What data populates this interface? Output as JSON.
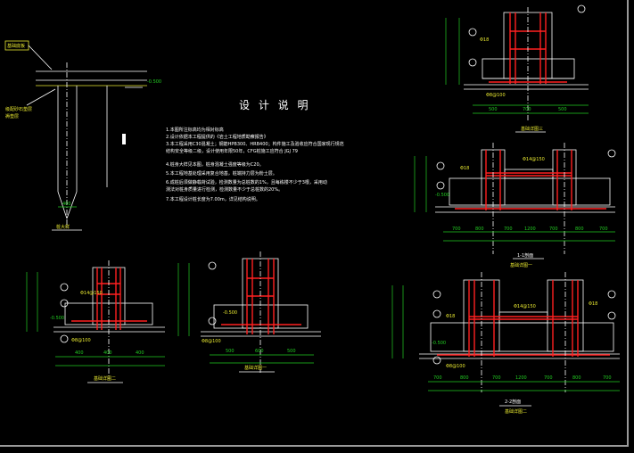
{
  "title": "设 计 说 明",
  "notes": [
    "1.本图所注标高均为相对标高",
    "2.设计依据本工程提供的《岩土工程地质勘察报告》",
    "3.本工程采用C30混凝土；钢筋HPB300、HRB400；构件施工及验收应符合国家现行规范",
    "  结构安全等级二级，设计使用年限50年，CFG桩施工应符合 JGJ 79",
    "4.桩身大样见本图，桩身混凝土强度等级为C20。",
    "5.本工程地基处理采用复合地基，桩端持力层为粉土层。",
    "6.成桩后须做静载荷试验，检测数量为总桩数的1%，且每栋楼不少于3根，采用动",
    "  测法对桩身质量进行检测，检测数量不少于总桩数的20%。",
    "7.本工程设计桩长度为7.00m，详见结构说明。"
  ],
  "pile_detail": {
    "callouts": [
      "基础底板",
      "级配砂石垫层",
      "褥垫层"
    ],
    "dimension": "400",
    "caption": "桩大样"
  },
  "details": [
    {
      "caption": "基础详图一",
      "dims": [
        "500",
        "600",
        "500"
      ]
    },
    {
      "caption": "基础详图二",
      "dims": [
        "400",
        "400",
        "400"
      ]
    },
    {
      "caption": "基础详图三",
      "dims": [
        "500",
        "700",
        "500"
      ]
    },
    {
      "caption": "1-1剖面",
      "sub": "基础详图一",
      "dims": [
        "700",
        "800",
        "700",
        "1200",
        "700",
        "800",
        "700"
      ]
    },
    {
      "caption": "2-2剖面",
      "sub": "基础详图二",
      "dims": [
        "700",
        "800",
        "700",
        "1200",
        "700",
        "800",
        "700"
      ]
    }
  ],
  "labels": {
    "rebar_a": "Φ18",
    "rebar_b": "Φ14@150",
    "rebar_c": "Φ8@100",
    "elev": "-0.500",
    "pile": "Φ400"
  },
  "colors": {
    "background": "#000000",
    "outline": "#ffffff",
    "rebar": "#ff2020",
    "dimension": "#22cc22",
    "text": "#e8e830"
  }
}
